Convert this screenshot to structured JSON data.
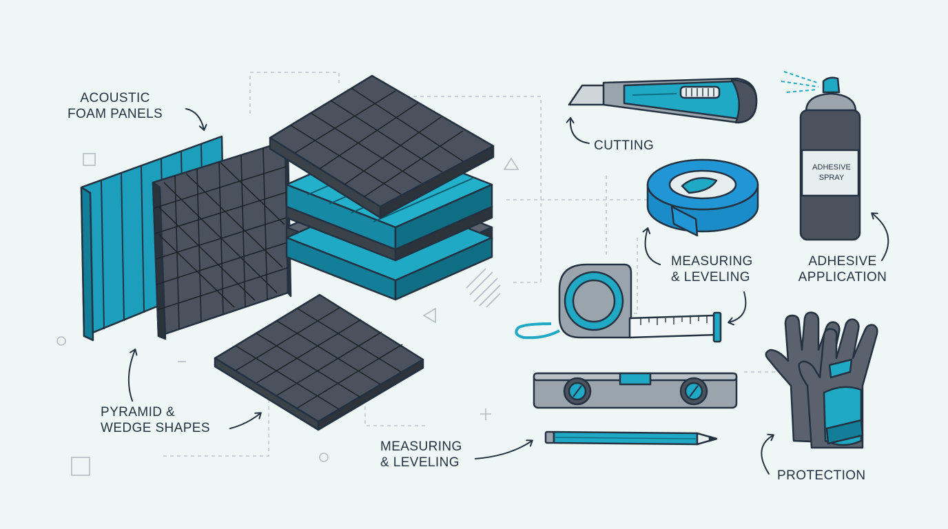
{
  "colors": {
    "background": "#eef7f6",
    "outline": "#243140",
    "accent_teal": "#1fa9c4",
    "foam_dark": "#4a535d",
    "tool_grey": "#9aa4ad",
    "guide_line": "#b2bcc2"
  },
  "labels": {
    "acoustic_panels": [
      "ACOUSTIC",
      "FOAM PANELS"
    ],
    "pyramid_wedge": [
      "PYRAMID &",
      "WEDGE SHAPES"
    ],
    "cutting": "CUTTING",
    "measuring_upper": [
      "MEASURING",
      "& LEVELING"
    ],
    "adhesive_application": [
      "ADHESIVE",
      "APPLICATION"
    ],
    "measuring_lower": [
      "MEASURING",
      "& LEVELING"
    ],
    "protection": "PROTECTION"
  },
  "spray_can": {
    "label": [
      "ADHESIVE",
      "SPRAY"
    ]
  },
  "icons": [
    "wedge-foam-panel-icon",
    "pyramid-foam-panel-icon",
    "foam-stack-icon",
    "flat-pyramid-foam-icon",
    "utility-knife-icon",
    "painters-tape-roll-icon",
    "adhesive-spray-can-icon",
    "tape-measure-icon",
    "spirit-level-icon",
    "pencil-icon",
    "work-gloves-icon",
    "curved-arrow-icon"
  ]
}
